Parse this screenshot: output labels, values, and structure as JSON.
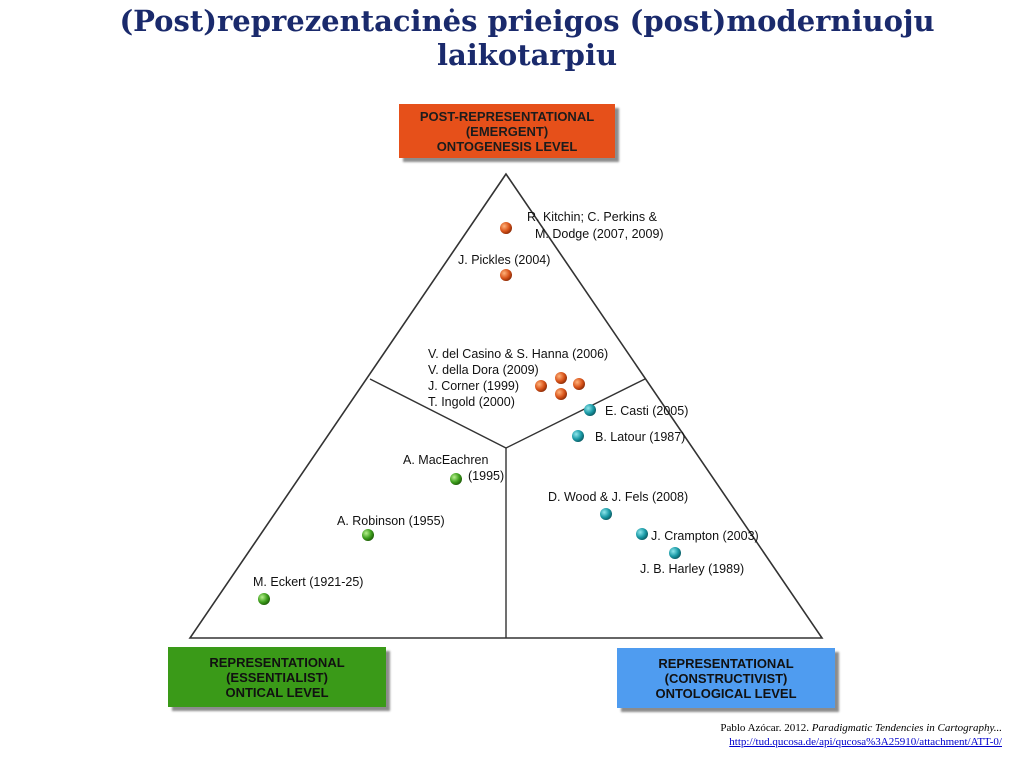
{
  "slide": {
    "title_line1": "(Post)reprezentacinės prieigos (post)moderniuoju",
    "title_line2": "laikotarpiu"
  },
  "levels": {
    "top": {
      "lines": [
        "POST-REPRESENTATIONAL",
        "(EMERGENT)",
        "ONTOGENESIS LEVEL"
      ],
      "color": "#e6501a"
    },
    "left": {
      "lines": [
        "REPRESENTATIONAL",
        "(ESSENTIALIST)",
        "ONTICAL LEVEL"
      ],
      "color": "#3a9a18"
    },
    "right": {
      "lines": [
        "REPRESENTATIONAL",
        "(CONSTRUCTIVIST)",
        "ONTOLOGICAL LEVEL"
      ],
      "color": "#4f9cf0"
    }
  },
  "authors": {
    "kitchin": [
      "R. Kitchin; C. Perkins &",
      "M. Dodge (2007, 2009)"
    ],
    "pickles": "J. Pickles (2004)",
    "center_group": [
      "V. del Casino & S. Hanna (2006)",
      "V. della Dora (2009)",
      "J. Corner (1999)",
      "T. Ingold (2000)"
    ],
    "casti": "E. Casti (2005)",
    "latour": "B. Latour (1987)",
    "maceachren": [
      "A. MacEachren",
      "(1995)"
    ],
    "wood": "D. Wood & J. Fels (2008)",
    "crampton": "J. Crampton (2003)",
    "harley": "J. B. Harley (1989)",
    "robinson": "A. Robinson (1955)",
    "eckert": "M. Eckert (1921-25)"
  },
  "dot_colors": {
    "orange": "#d9541a",
    "teal": "#1a9aa6",
    "green": "#3d9e1c"
  },
  "citation": {
    "author_year": "Pablo Azócar. 2012.",
    "work": "Paradigmatic Tendencies in Cartography...",
    "url": "http://tud.qucosa.de/api/qucosa%3A25910/attachment/ATT-0/"
  }
}
